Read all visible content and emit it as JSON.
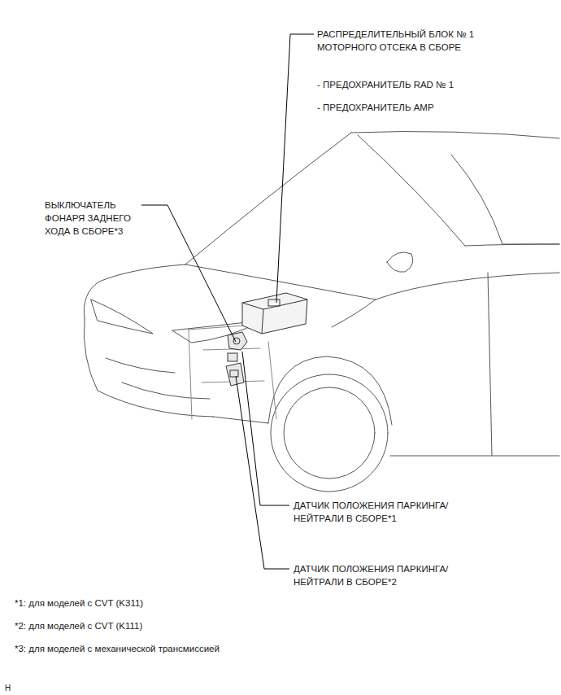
{
  "diagram": {
    "labels": [
      "РАСПРЕДЕЛИТЕЛЬНЫЙ БЛОК № 1 МОТОРНОГО ОТСЕКА В СБОРЕ",
      "- ПРЕДОХРАНИТЕЛЬ RAD № 1",
      "- ПРЕДОХРАНИТЕЛЬ AMP",
      "ВЫКЛЮЧАТЕЛЬ ФОНАРЯ ЗАДНЕГО ХОДА В СБОРЕ*3",
      "ДАТЧИК ПОЛОЖЕНИЯ ПАРКИНГА/ НЕЙТРАЛИ В СБОРЕ*1",
      "ДАТЧИК ПОЛОЖЕНИЯ ПАРКИНГА/ НЕЙТРАЛИ В СБОРЕ*2",
      "*1: для моделей с CVT (K311)",
      "*2: для моделей с CVT (K111)",
      "*3: для моделей с механической трансмиссией",
      "H"
    ]
  }
}
